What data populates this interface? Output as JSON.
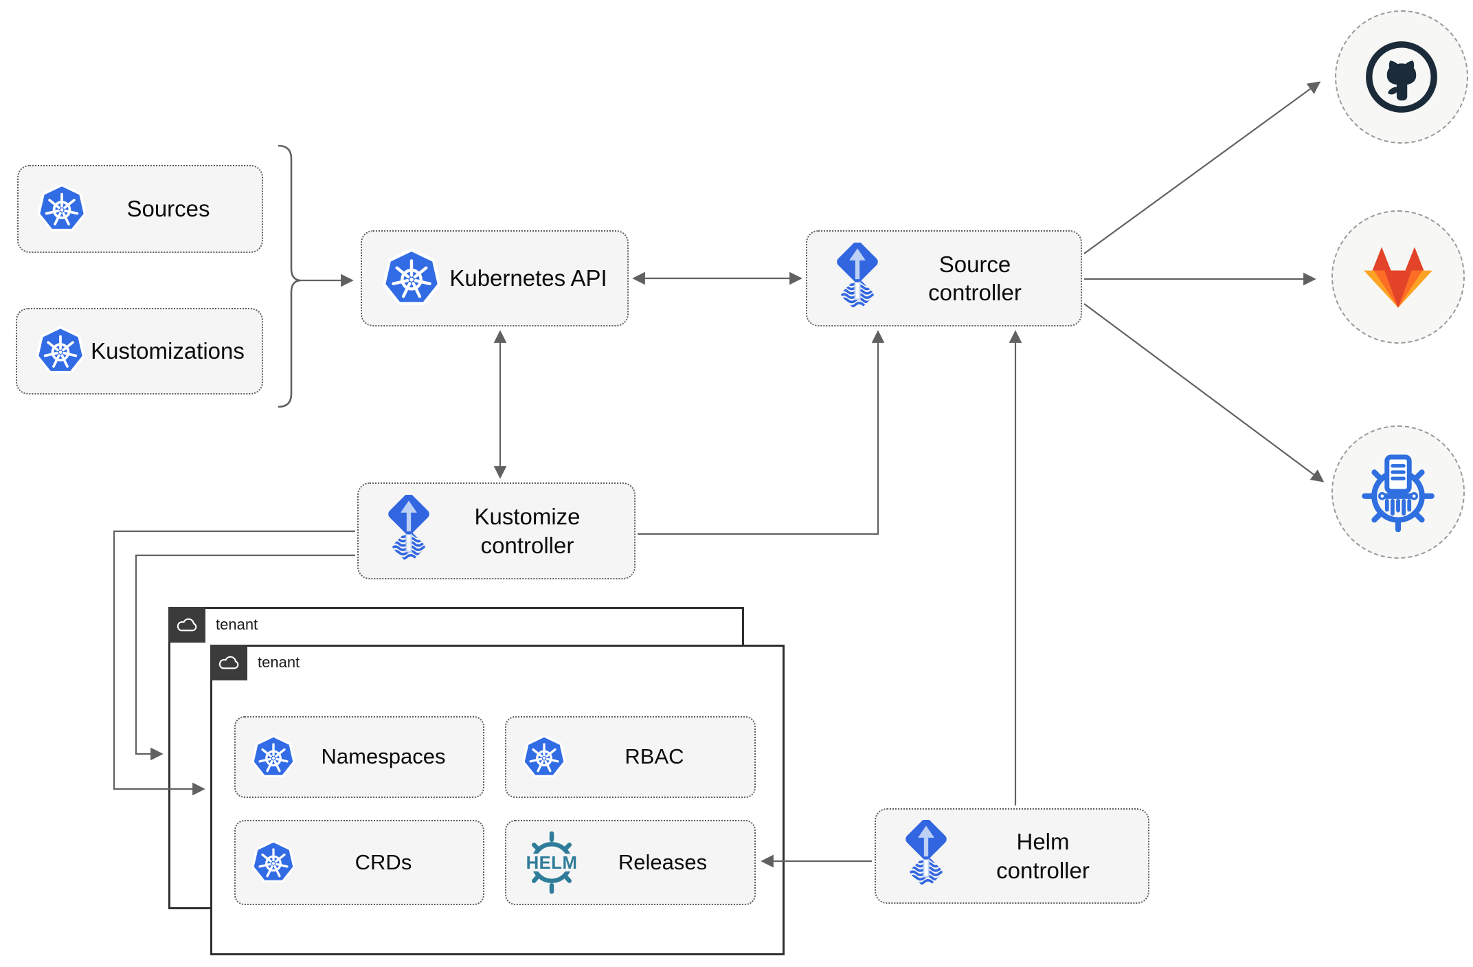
{
  "diagram": {
    "type": "flux-gitops-architecture",
    "colors": {
      "kubernetes_blue": "#326ce5",
      "flux_blue": "#3166e0",
      "flux_light_blue": "#bdd0f5",
      "helm_teal": "#2e7c99",
      "github_dark": "#1b2b3a",
      "gitlab_red": "#e24329",
      "gitlab_orange": "#fc6d26",
      "gitlab_amber": "#fca326",
      "connector_gray": "#616161",
      "node_fill": "#f5f5f5",
      "tenant_tab_dark": "#3b3b3b"
    },
    "nodes": {
      "sources": {
        "label": "Sources",
        "icon": "kubernetes-icon"
      },
      "kustomizations": {
        "label": "Kustomizations",
        "icon": "kubernetes-icon"
      },
      "kubernetes_api": {
        "label": "Kubernetes API",
        "icon": "kubernetes-icon"
      },
      "source_controller": {
        "label": "Source controller",
        "icon": "flux-icon"
      },
      "kustomize_controller": {
        "label": "Kustomize controller",
        "icon": "flux-icon"
      },
      "helm_controller": {
        "label": "Helm controller",
        "icon": "flux-icon"
      },
      "namespaces": {
        "label": "Namespaces",
        "icon": "kubernetes-icon"
      },
      "rbac": {
        "label": "RBAC",
        "icon": "kubernetes-icon"
      },
      "crds": {
        "label": "CRDs",
        "icon": "kubernetes-icon"
      },
      "releases": {
        "label": "Releases",
        "icon": "helm-icon"
      }
    },
    "groups": {
      "tenant_back": {
        "label": "tenant",
        "icon": "cloud-icon"
      },
      "tenant_front": {
        "label": "tenant",
        "icon": "cloud-icon"
      }
    },
    "external_endpoints": {
      "github": {
        "icon": "github-icon"
      },
      "gitlab": {
        "icon": "gitlab-icon"
      },
      "artifact_storage": {
        "icon": "shredder-wheel-icon"
      }
    },
    "icon_text": {
      "helm_logo": "HELM"
    }
  }
}
